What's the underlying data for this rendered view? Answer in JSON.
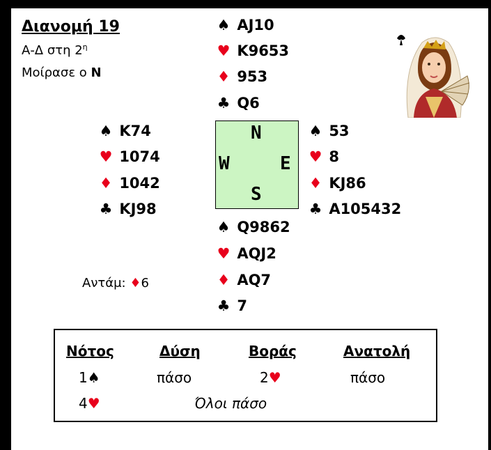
{
  "deal": {
    "title": "Διανομή 19",
    "vulnerability": "Α-Δ στη 2",
    "vulnerability_sup": "η",
    "dealer_prefix": "Μοίρασε ο",
    "dealer": "N"
  },
  "suits": {
    "spade": "♠",
    "heart": "♥",
    "diamond": "♦",
    "club": "♣",
    "spade_color": "#000000",
    "heart_color": "#e8001c",
    "diamond_color": "#e8001c",
    "club_color": "#000000"
  },
  "hands": {
    "north": {
      "spades": "AJ10",
      "hearts": "K9653",
      "diamonds": "953",
      "clubs": "Q6"
    },
    "west": {
      "spades": "K74",
      "hearts": "1074",
      "diamonds": "1042",
      "clubs": "KJ98"
    },
    "east": {
      "spades": "53",
      "hearts": "8",
      "diamonds": "KJ86",
      "clubs": "A105432"
    },
    "south": {
      "spades": "Q9862",
      "hearts": "AQJ2",
      "diamonds": "AQ7",
      "clubs": "7"
    }
  },
  "compass": {
    "n": "N",
    "w": "W",
    "e": "E",
    "s": "S"
  },
  "lead": {
    "label": "Αντάμ:",
    "card": "6"
  },
  "auction": {
    "headers": [
      "Νότος",
      "Δύση",
      "Βοράς",
      "Ανατολή"
    ],
    "row1": {
      "south": "1",
      "west": "πάσο",
      "north": "2",
      "east": "πάσο"
    },
    "row2": {
      "south": "4",
      "rest": "Όλοι πάσο"
    }
  }
}
